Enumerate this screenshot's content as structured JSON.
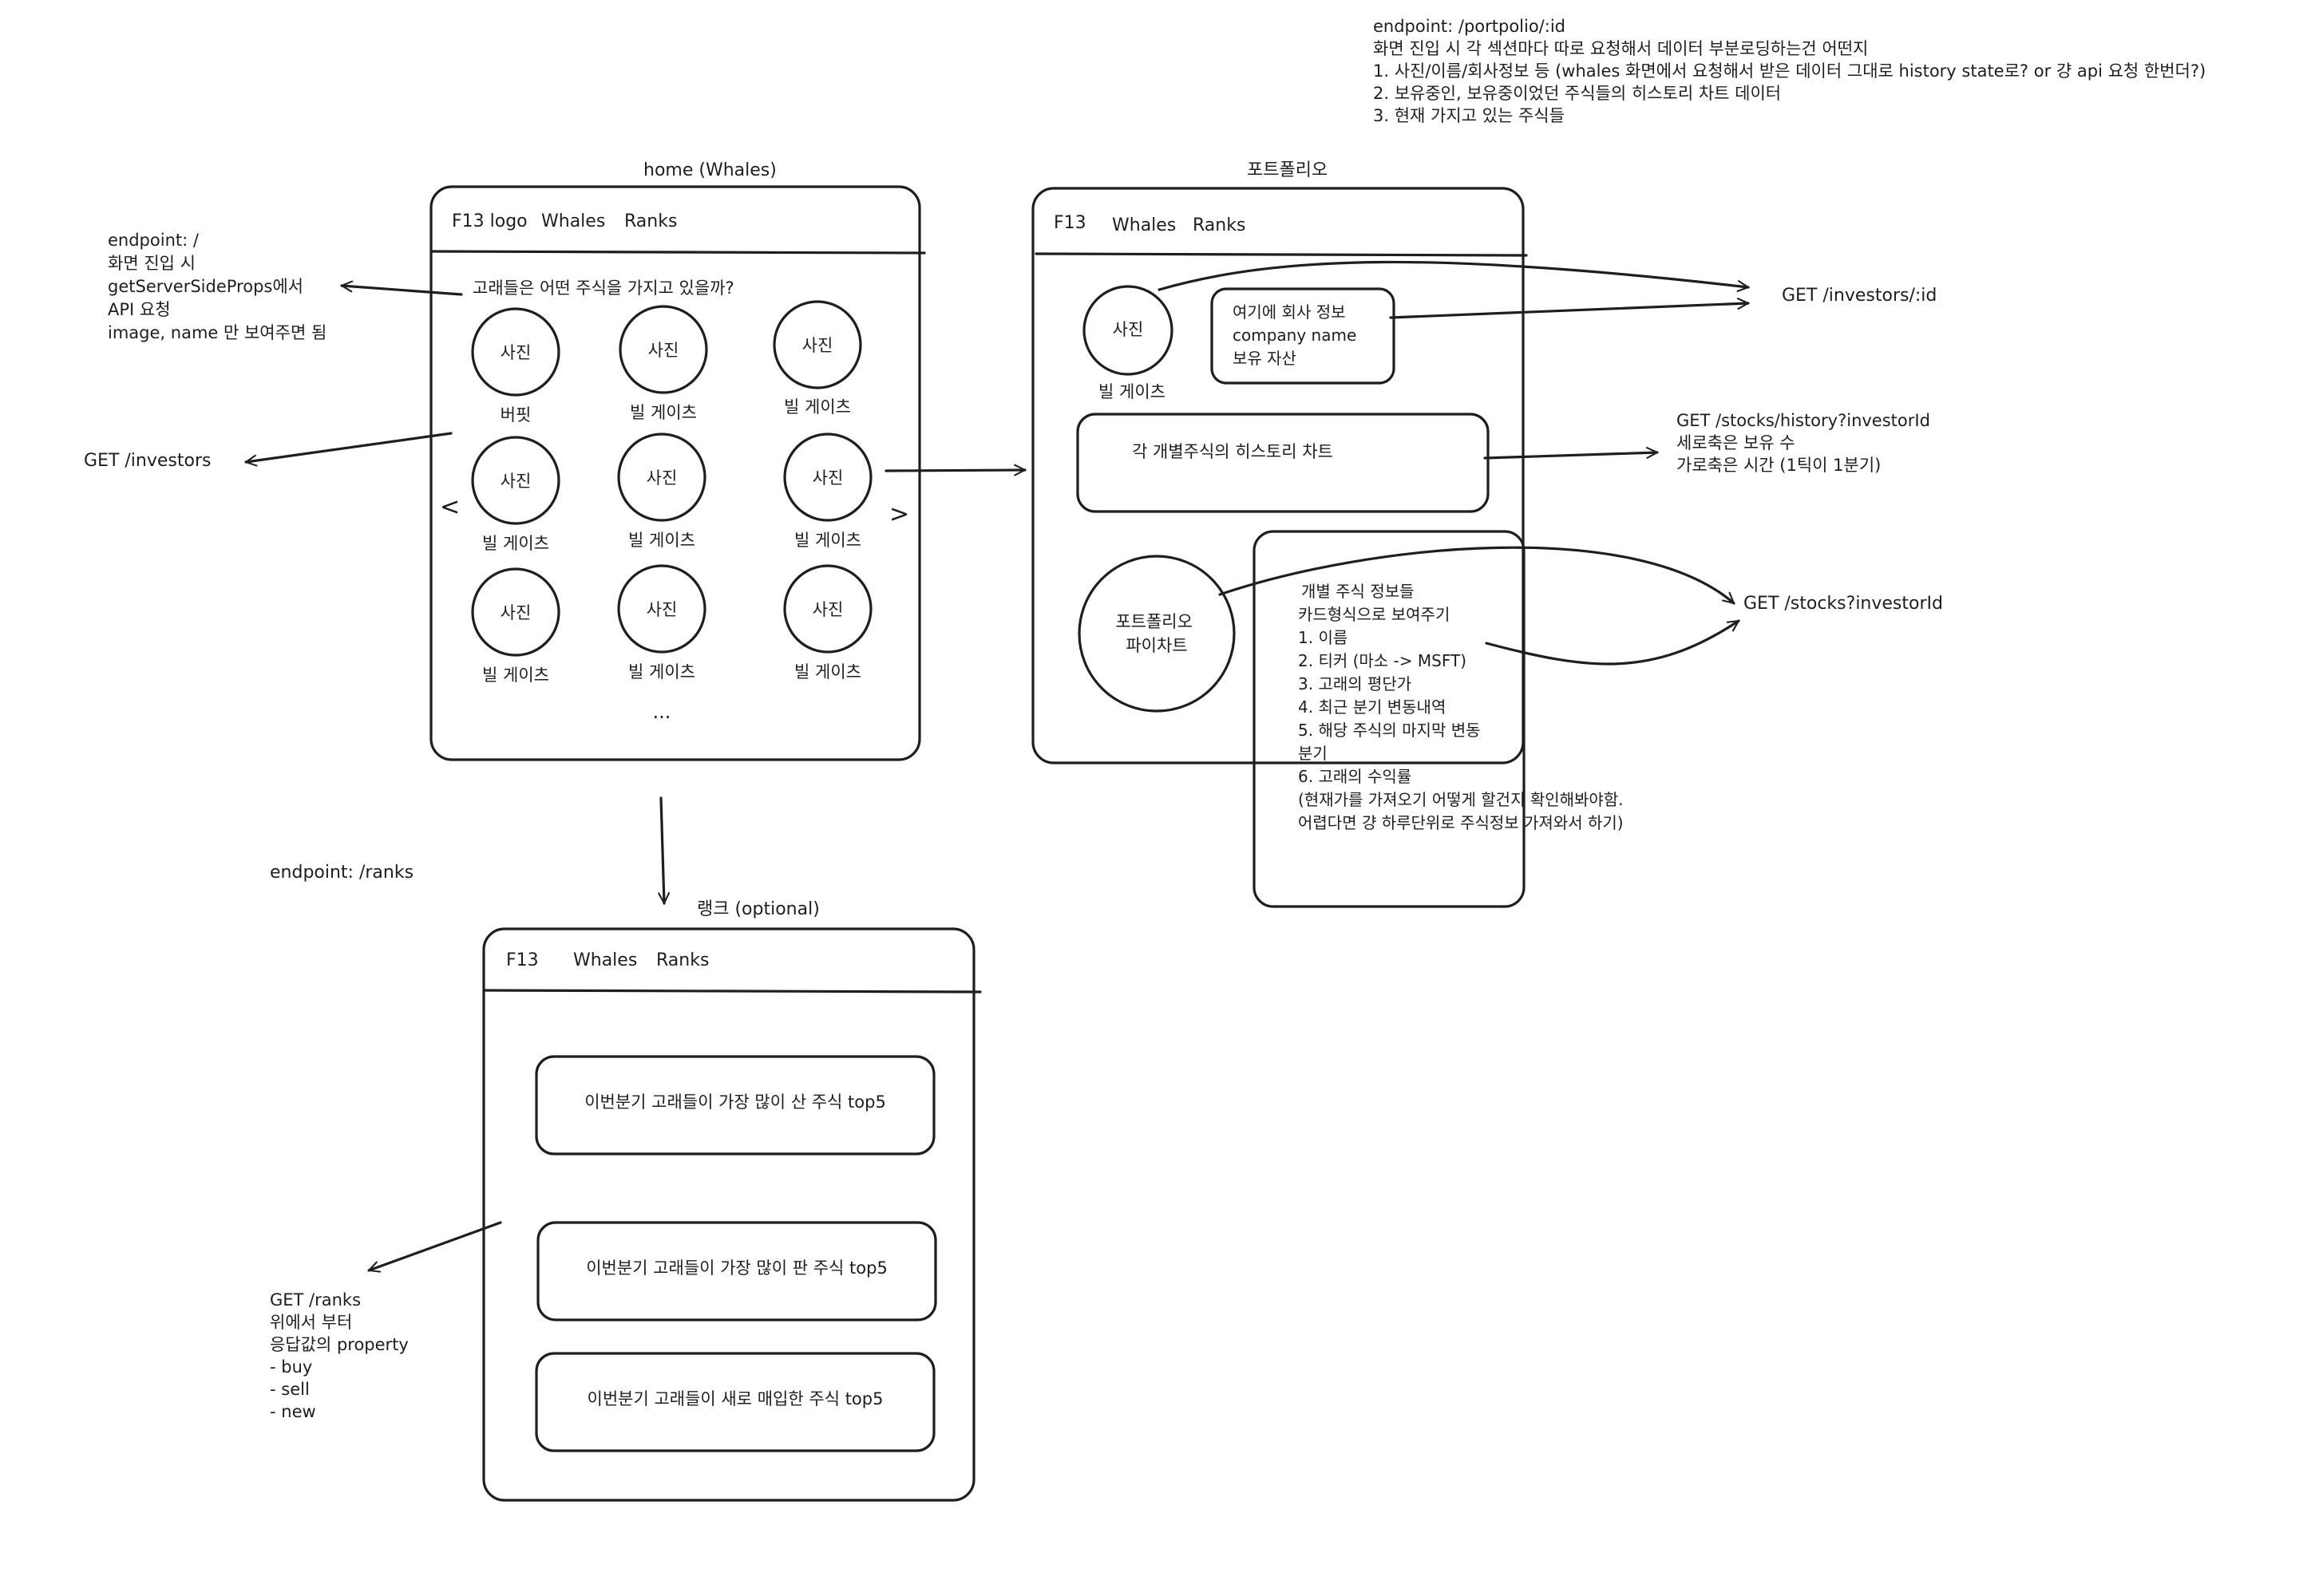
{
  "notes": {
    "root_endpoint": [
      "endpoint: /",
      "",
      "화면 진입 시",
      "getServerSideProps에서",
      "API 요청",
      "",
      "image, name 만 보여주면 됨"
    ],
    "get_investors": "GET /investors",
    "ranks_endpoint": "endpoint: /ranks",
    "get_ranks": [
      "GET /ranks",
      "",
      "위에서 부터",
      "응답값의 property",
      "",
      "- buy",
      "- sell",
      "- new"
    ],
    "portfolio_endpoint": [
      "endpoint: /portpolio/:id",
      "",
      "화면 진입 시 각 섹션마다 따로 요청해서 데이터 부분로딩하는건 어떤지",
      "",
      "1. 사진/이름/회사정보 등 (whales 화면에서 요청해서 받은 데이터 그대로 history state로? or 걍 api 요청 한번더?)",
      "2. 보유중인, 보유중이었던 주식들의 히스토리 차트 데이터",
      "3. 현재 가지고 있는 주식들"
    ],
    "get_investor_id": "GET /investors/:id",
    "get_stock_history": [
      "GET /stocks/history?investorId",
      "",
      "세로축은 보유 수",
      "가로축은 시간 (1틱이 1분기)"
    ],
    "get_stocks": "GET /stocks?investorId"
  },
  "home": {
    "title": "home (Whales)",
    "nav": {
      "logo": "F13 logo",
      "whales": "Whales",
      "ranks": "Ranks"
    },
    "question": "고래들은 어떤 주식을 가지고 있을까?",
    "photo_label": "사진",
    "investors": [
      "버핏",
      "빌 게이츠",
      "빌 게이츠",
      "빌 게이츠",
      "빌 게이츠",
      "빌 게이츠",
      "빌 게이츠",
      "빌 게이츠",
      "빌 게이츠"
    ],
    "prev": "<",
    "next": ">",
    "more": "..."
  },
  "portfolio": {
    "title": "포트폴리오",
    "nav": {
      "logo": "F13",
      "whales": "Whales",
      "ranks": "Ranks"
    },
    "photo_label": "사진",
    "name": "빌 게이츠",
    "company_info": [
      "여기에 회사 정보",
      "company name",
      "보유 자산"
    ],
    "history_chart": "각 개별주식의 히스토리 차트",
    "pie_chart": [
      "포트폴리오",
      "파이차트"
    ],
    "stock_cards": [
      "개별 주식 정보들",
      "카드형식으로 보여주기",
      "1. 이름",
      "2. 티커 (마소 -> MSFT)",
      "3. 고래의 평단가",
      "4. 최근 분기 변동내역",
      "5. 해당 주식의 마지막 변동",
      "   분기",
      "",
      "6. 고래의 수익률",
      "(현재가를 가져오기 어떻게 할건지 확인해봐야함.",
      "어렵다면 걍 하루단위로 주식정보 가져와서 하기)"
    ]
  },
  "ranks": {
    "title": "랭크 (optional)",
    "nav": {
      "logo": "F13",
      "whales": "Whales",
      "ranks": "Ranks"
    },
    "items": [
      "이번분기 고래들이 가장 많이 산 주식 top5",
      "이번분기 고래들이 가장 많이 판 주식 top5",
      "이번분기 고래들이 새로 매입한 주식 top5"
    ]
  }
}
